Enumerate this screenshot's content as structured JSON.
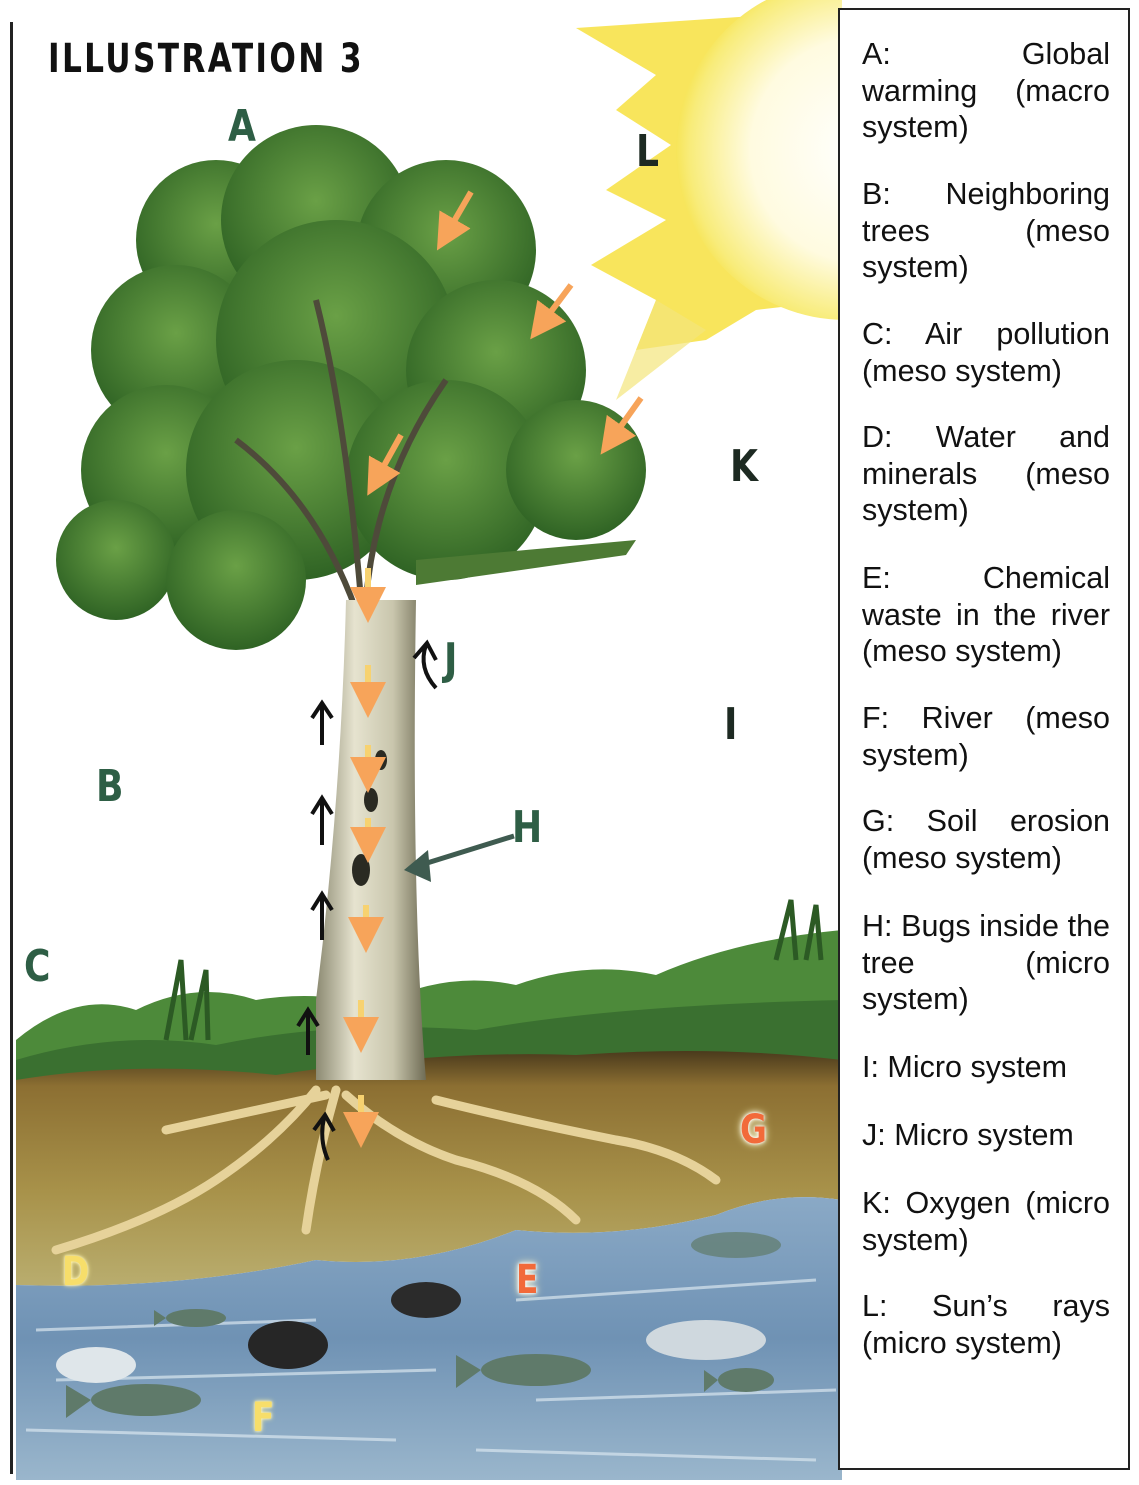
{
  "title": "ILLUSTRATION 3",
  "colors": {
    "sky": "#ffffff",
    "sun": "#fbe84a",
    "foliage": "#3f7a2c",
    "trunk": "#cfcbb4",
    "soil": "#a9893f",
    "water": "#6d8fae",
    "label_dark": "#1d2a22",
    "label_green": "#2e5e45",
    "arrow_orange": "#f7a45a",
    "arrow_black": "#111111"
  },
  "labels": {
    "A": "A",
    "B": "B",
    "C": "C",
    "D": "D",
    "E": "E",
    "F": "F",
    "G": "G",
    "H": "H",
    "I": "I",
    "J": "J",
    "K": "K",
    "L": "L"
  },
  "legend": [
    {
      "text": "A: Global warming (macro system)"
    },
    {
      "text": "B: Neighboring trees (meso system)"
    },
    {
      "text": "C: Air pollution (meso system)"
    },
    {
      "text": "D: Water and minerals (meso system)"
    },
    {
      "text": "E: Chemical waste in the river (meso system)"
    },
    {
      "text": "F: River (meso system)"
    },
    {
      "text": "G: Soil erosion (meso system)"
    },
    {
      "text": "H: Bugs inside the tree (micro system)"
    },
    {
      "text": "I: Micro system"
    },
    {
      "text": "J: Micro system"
    },
    {
      "text": "K: Oxygen (micro system)"
    },
    {
      "text": "L: Sun’s rays (micro system)"
    }
  ]
}
